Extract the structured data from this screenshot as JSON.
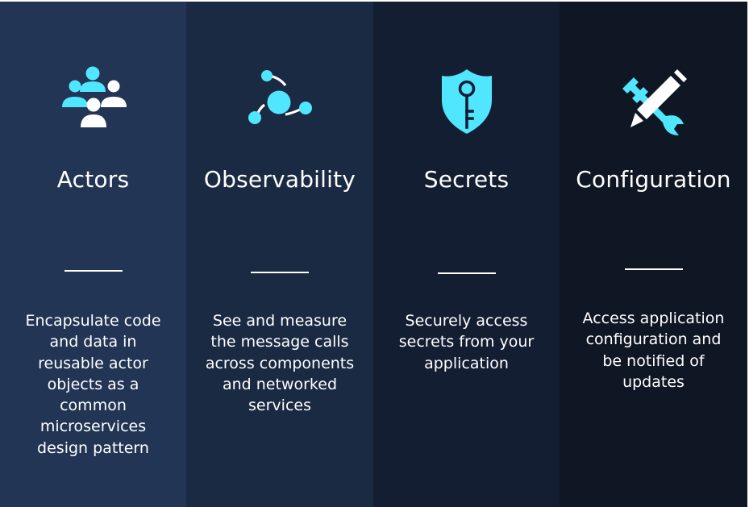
{
  "features": {
    "actors": {
      "icon": "people-group-icon",
      "title": "Actors",
      "lines": [
        "Encapsulate code",
        "and data in",
        "reusable actor",
        "objects as a",
        "common",
        "microservices",
        "design pattern"
      ]
    },
    "observability": {
      "icon": "network-nodes-icon",
      "title": "Observability",
      "lines": [
        "See and measure",
        "the message calls",
        "across components",
        "and networked",
        "services"
      ]
    },
    "secrets": {
      "icon": "shield-key-icon",
      "title": "Secrets",
      "lines": [
        "Securely access",
        "secrets from your",
        "application"
      ]
    },
    "configuration": {
      "icon": "wrench-pencil-icon",
      "title": "Configuration",
      "lines": [
        "Access application",
        "configuration and",
        "be notified of",
        "updates"
      ]
    }
  },
  "colors": {
    "accent": "#50e6ff",
    "text": "#ffffff",
    "column_backgrounds": [
      "#233554",
      "#1b2a43",
      "#141e32",
      "#0f1624"
    ]
  }
}
